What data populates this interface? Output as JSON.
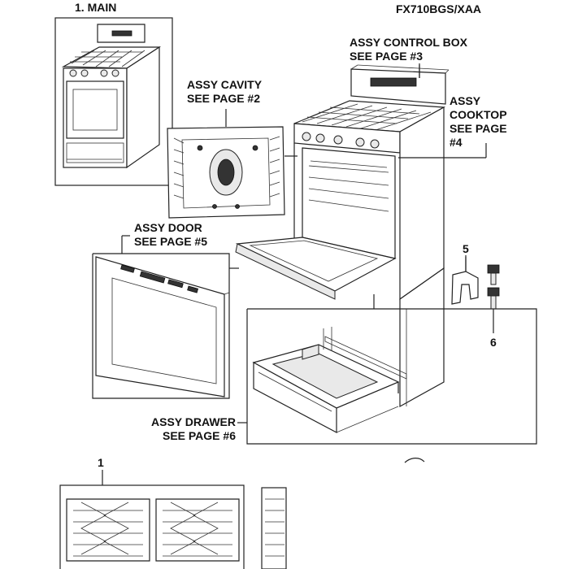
{
  "header": {
    "section_title": "1. MAIN",
    "model": "FX710BGS/XAA"
  },
  "assemblies": {
    "control_box": {
      "line1": "ASSY CONTROL BOX",
      "line2": "SEE PAGE #3"
    },
    "cavity": {
      "line1": "ASSY CAVITY",
      "line2": "SEE PAGE #2"
    },
    "cooktop": {
      "line1": "ASSY",
      "line2": "COOKTOP",
      "line3": "SEE PAGE",
      "line4": "#4"
    },
    "door": {
      "line1": "ASSY DOOR",
      "line2": "SEE PAGE #5"
    },
    "drawer": {
      "line1": "ASSY DRAWER",
      "line2": "SEE PAGE #6"
    }
  },
  "callouts": {
    "part_1": "1",
    "part_5": "5",
    "part_6": "6"
  }
}
